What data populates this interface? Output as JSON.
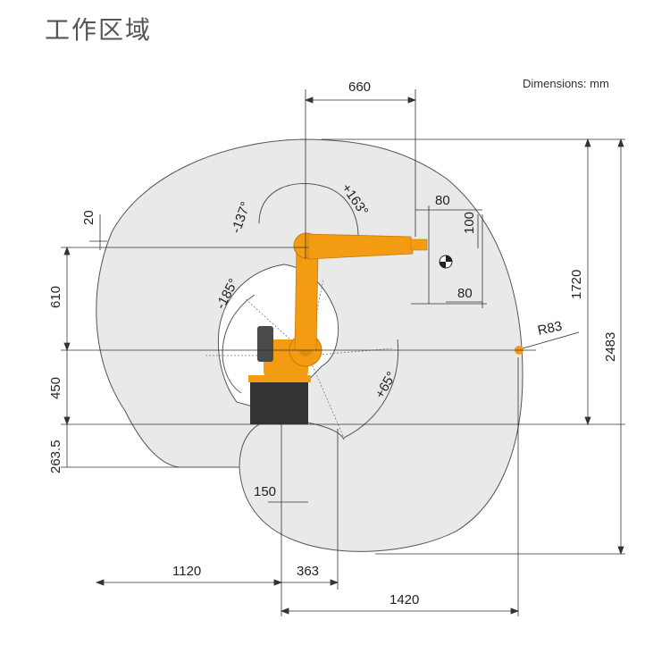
{
  "title": "工作区域",
  "units_note": "Dimensions: mm",
  "colors": {
    "robot_orange": "#f39c12",
    "robot_dark": "#333333",
    "work_envelope": "#e6e6e6",
    "outline": "#555555"
  },
  "dimensions": {
    "top_reach": "660",
    "wrist_width": "80",
    "wrist_height": "100",
    "wrist_offset": "80",
    "offset_20": "20",
    "h_610": "610",
    "h_450": "450",
    "h_263_5": "263.5",
    "h_1720": "1720",
    "h_2483": "2483",
    "radius_r83": "R83",
    "w_150": "150",
    "w_1120": "1120",
    "w_363": "363",
    "w_1420": "1420"
  },
  "angles": {
    "a_neg137": "-137°",
    "a_pos163": "+163°",
    "a_neg185": "-185°",
    "a_pos65": "+65°"
  }
}
